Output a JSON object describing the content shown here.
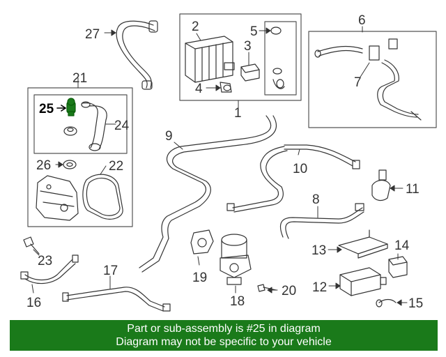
{
  "callouts": {
    "c1": "1",
    "c2": "2",
    "c3": "3",
    "c4": "4",
    "c5": "5",
    "c6": "6",
    "c7": "7",
    "c8": "8",
    "c9": "9",
    "c10": "10",
    "c11": "11",
    "c12": "12",
    "c13": "13",
    "c14": "14",
    "c15": "15",
    "c16": "16",
    "c17": "17",
    "c18": "18",
    "c19": "19",
    "c20": "20",
    "c21": "21",
    "c22": "22",
    "c23": "23",
    "c24": "24",
    "c25": "25",
    "c26": "26",
    "c27": "27"
  },
  "highlight": {
    "part_number": "25",
    "color": "#1a7a1a"
  },
  "banner": {
    "line1": "Part or sub-assembly is #25 in diagram",
    "line2": "Diagram may not be specific to your vehicle",
    "color": "#1a7a1a"
  }
}
